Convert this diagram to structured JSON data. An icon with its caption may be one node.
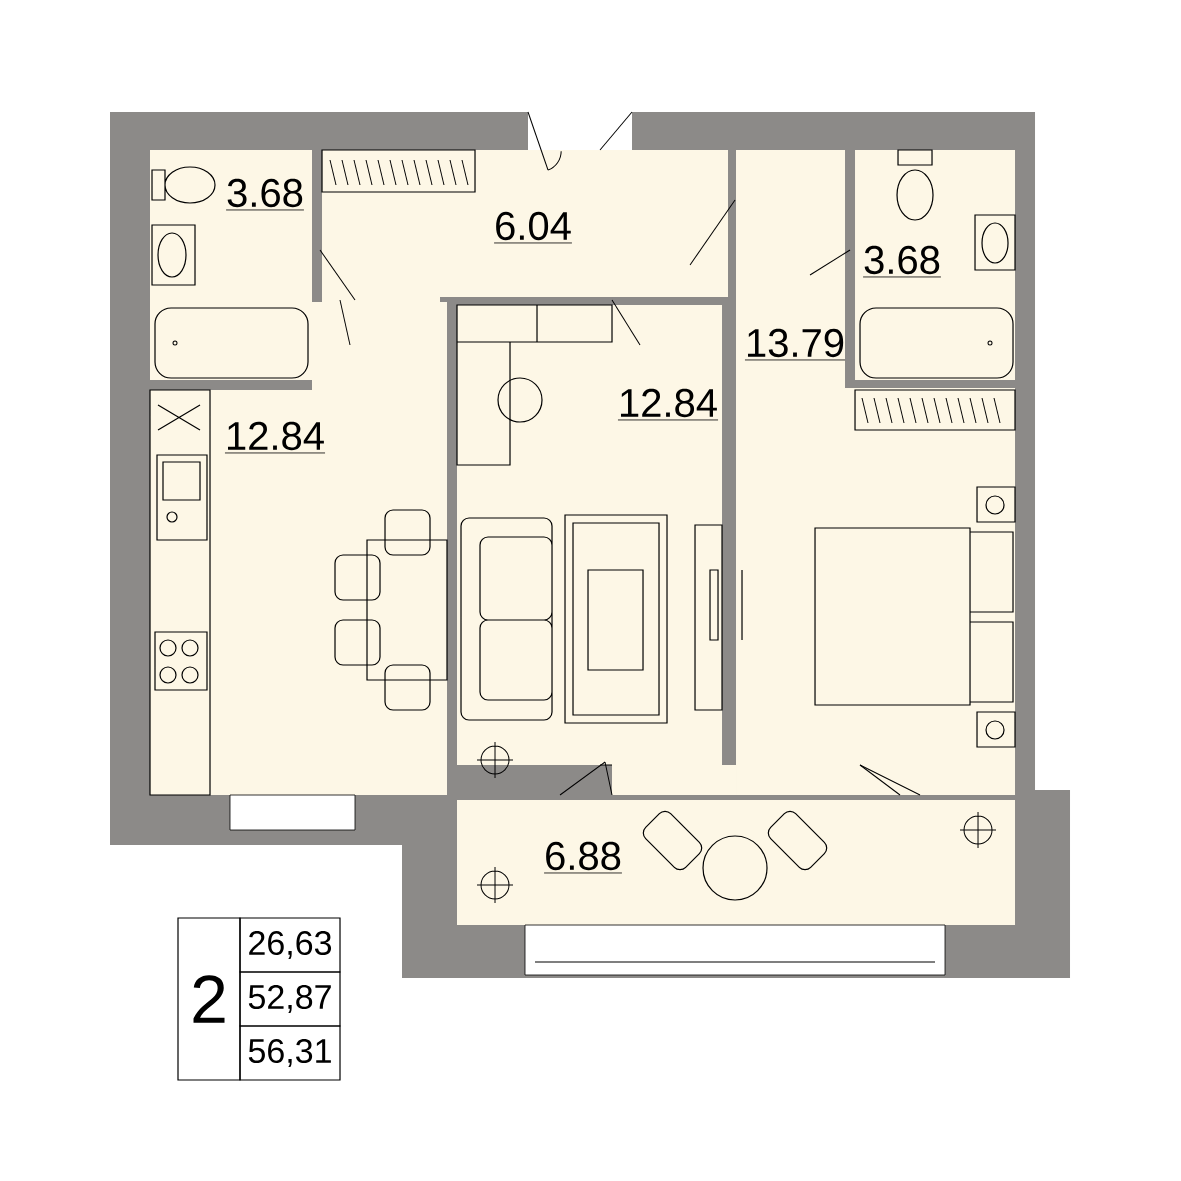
{
  "diagram": {
    "labels": [
      "3.68",
      "6.04",
      "3.68",
      "13.79",
      "12.84",
      "12.84",
      "6.88",
      "2",
      "26,63",
      "52,87",
      "56,31"
    ]
  }
}
